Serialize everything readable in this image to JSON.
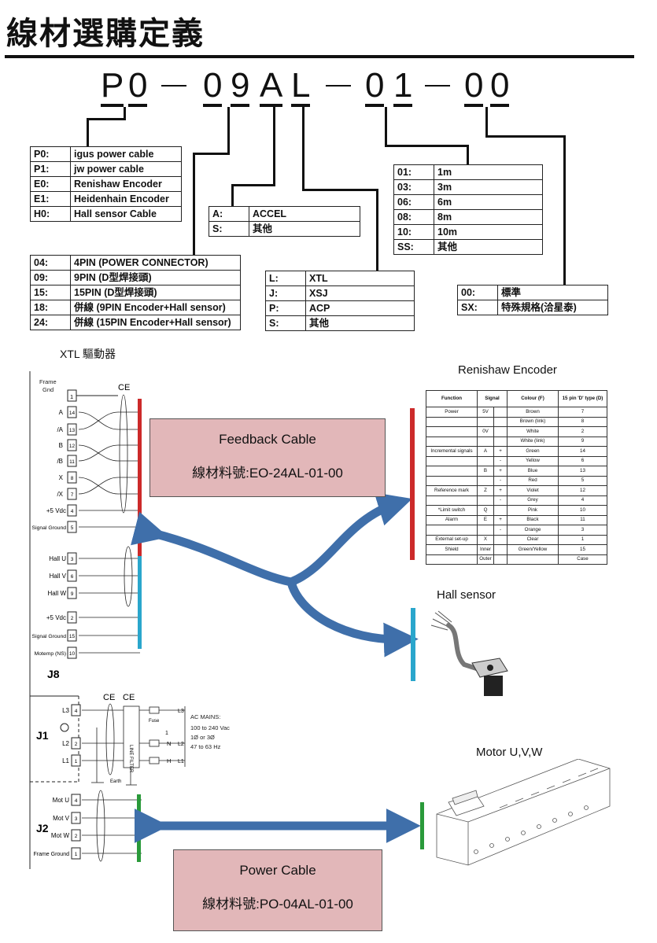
{
  "title": "線材選購定義",
  "code": {
    "chars": [
      "P",
      "0",
      "—",
      "0",
      "9",
      "A",
      "L",
      "—",
      "0",
      "1",
      "—",
      "0",
      "0"
    ]
  },
  "tables": {
    "cable": [
      {
        "k": "P0:",
        "v": "igus power cable"
      },
      {
        "k": "P1:",
        "v": "jw power cable"
      },
      {
        "k": "E0:",
        "v": "Renishaw Encoder"
      },
      {
        "k": "E1:",
        "v": "Heidenhain Encoder"
      },
      {
        "k": "H0:",
        "v": "Hall sensor Cable"
      }
    ],
    "connector": [
      {
        "k": "04:",
        "v": "4PIN (POWER CONNECTOR)"
      },
      {
        "k": "09:",
        "v": "9PIN (D型焊接頭)"
      },
      {
        "k": "15:",
        "v": "15PIN (D型焊接頭)"
      },
      {
        "k": "18:",
        "v": "併線 (9PIN Encoder+Hall sensor)"
      },
      {
        "k": "24:",
        "v": "併線 (15PIN Encoder+Hall sensor)"
      }
    ],
    "type": [
      {
        "k": "A:",
        "v": "ACCEL"
      },
      {
        "k": "S:",
        "v": "其他"
      }
    ],
    "driver": [
      {
        "k": "L:",
        "v": "XTL"
      },
      {
        "k": "J:",
        "v": "XSJ"
      },
      {
        "k": "P:",
        "v": "ACP"
      },
      {
        "k": "S:",
        "v": "其他"
      }
    ],
    "length": [
      {
        "k": "01:",
        "v": "1m"
      },
      {
        "k": "03:",
        "v": "3m"
      },
      {
        "k": "06:",
        "v": "6m"
      },
      {
        "k": "08:",
        "v": "8m"
      },
      {
        "k": "10:",
        "v": "10m"
      },
      {
        "k": "SS:",
        "v": "其他"
      }
    ],
    "spec": [
      {
        "k": "00:",
        "v": "標準"
      },
      {
        "k": "SX:",
        "v": "特殊規格(洽星泰)"
      }
    ]
  },
  "labels": {
    "xtl": "XTL 驅動器",
    "renishaw": "Renishaw Encoder",
    "hall": "Hall sensor",
    "motor": "Motor U,V,W"
  },
  "feedback": {
    "name": "Feedback Cable",
    "part": "線材料號:EO-24AL-01-00"
  },
  "power": {
    "name": "Power Cable",
    "part": "線材料號:PO-04AL-01-00"
  },
  "schematic": {
    "frame_gnd": [
      "Frame",
      "Gnd"
    ],
    "j8_pins": [
      {
        "name": "A",
        "pin": "14"
      },
      {
        "name": "/A",
        "pin": "13"
      },
      {
        "name": "B",
        "pin": "12"
      },
      {
        "name": "/B",
        "pin": "11"
      },
      {
        "name": "X",
        "pin": "8"
      },
      {
        "name": "/X",
        "pin": "7"
      },
      {
        "name": "+5 Vdc",
        "pin": "4"
      },
      {
        "name": "Signal Ground",
        "pin": "5"
      },
      {
        "name": "Hall U",
        "pin": "3"
      },
      {
        "name": "Hall V",
        "pin": "6"
      },
      {
        "name": "Hall W",
        "pin": "9"
      },
      {
        "name": "+5 Vdc",
        "pin": "2"
      },
      {
        "name": "Signal Ground",
        "pin": "15"
      },
      {
        "name": "Motemp (NS)",
        "pin": "10"
      }
    ],
    "frame_pin": "1",
    "j8": "J8",
    "j1": "J1",
    "j2": "J2",
    "j1_pins": [
      {
        "name": "L3",
        "pin": "4"
      },
      {
        "name": "L2",
        "pin": "2"
      },
      {
        "name": "L1",
        "pin": "1"
      }
    ],
    "j2_pins": [
      {
        "name": "Mot U",
        "pin": "4"
      },
      {
        "name": "Mot V",
        "pin": "3"
      },
      {
        "name": "Mot W",
        "pin": "2"
      },
      {
        "name": "Frame Ground",
        "pin": "1"
      }
    ],
    "ac_mains": [
      "AC MAINS:",
      "100 to 240 Vac",
      "1Ø or 3Ø",
      "47 to 63 Hz"
    ],
    "fuse": "Fuse",
    "line_filter": "LINE FILTER",
    "earth": "Earth",
    "ce": "CE",
    "l_labels": [
      "L3",
      "L2",
      "L1"
    ],
    "nh": [
      "N",
      "H"
    ],
    "one": "1"
  },
  "encoder_table": {
    "headers": [
      "Function",
      "Signal",
      "Colour (F)",
      "15 pin 'D' type (D)"
    ],
    "rows": [
      {
        "fn": "Power",
        "sig": "5V",
        "sub": "",
        "col": "Brown",
        "pin": "7"
      },
      {
        "fn": "",
        "sig": "",
        "sub": "",
        "col": "Brown (link)",
        "pin": "8"
      },
      {
        "fn": "",
        "sig": "0V",
        "sub": "",
        "col": "White",
        "pin": "2"
      },
      {
        "fn": "",
        "sig": "",
        "sub": "",
        "col": "White (link)",
        "pin": "9"
      },
      {
        "fn": "Incremental signals",
        "sig": "A",
        "sub": "+",
        "col": "Green",
        "pin": "14"
      },
      {
        "fn": "",
        "sig": "",
        "sub": "-",
        "col": "Yellow",
        "pin": "6"
      },
      {
        "fn": "",
        "sig": "B",
        "sub": "+",
        "col": "Blue",
        "pin": "13"
      },
      {
        "fn": "",
        "sig": "",
        "sub": "-",
        "col": "Red",
        "pin": "5"
      },
      {
        "fn": "Reference mark",
        "sig": "Z",
        "sub": "+",
        "col": "Violet",
        "pin": "12"
      },
      {
        "fn": "",
        "sig": "",
        "sub": "-",
        "col": "Grey",
        "pin": "4"
      },
      {
        "fn": "*Limit switch",
        "sig": "Q",
        "sub": "",
        "col": "Pink",
        "pin": "10"
      },
      {
        "fn": "Alarm",
        "sig": "E",
        "sub": "+",
        "col": "Black",
        "pin": "11"
      },
      {
        "fn": "",
        "sig": "",
        "sub": "-",
        "col": "Orange",
        "pin": "3"
      },
      {
        "fn": "External set-up",
        "sig": "X",
        "sub": "",
        "col": "Clear",
        "pin": "1"
      },
      {
        "fn": "Shield",
        "sig": "Inner",
        "sub": "",
        "col": "Green/Yellow",
        "pin": "15"
      },
      {
        "fn": "",
        "sig": "Outer",
        "sub": "",
        "col": "",
        "pin": "Case"
      }
    ]
  },
  "colors": {
    "red": "#cc2a2a",
    "cyan": "#2aa6cc",
    "green": "#2a9a3a",
    "arrow": "#3f6faa",
    "pink": "#e2b7b9"
  }
}
